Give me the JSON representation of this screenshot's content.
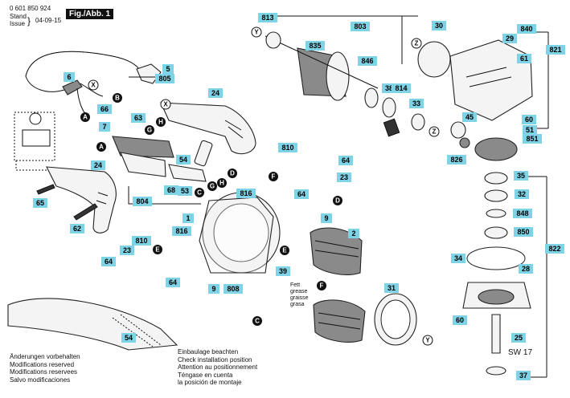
{
  "header": {
    "part_number": "0 601 850 924",
    "stand_label": "Stand",
    "issue_label": "Issue",
    "date": "04-09-15",
    "figure": "Fig./Abb. 1"
  },
  "notes_left": [
    "Änderungen vorbehalten",
    "Modifications reserved",
    "Modifications reservees",
    "Salvo modificaciones"
  ],
  "notes_right": [
    "Einbaulage beachten",
    "Check installation position",
    "Attention au positionnement",
    "Téngase en cuenta",
    "la posición de montaje"
  ],
  "grease_note": [
    "Fett",
    "grease",
    "graisse",
    "grasa"
  ],
  "sw_label": "SW 17",
  "colors": {
    "label_bg": "#7fd3e6",
    "ink": "#111111"
  },
  "labels": [
    {
      "id": "5",
      "text": "5"
    },
    {
      "id": "805",
      "text": "805"
    },
    {
      "id": "6",
      "text": "6"
    },
    {
      "id": "66",
      "text": "66"
    },
    {
      "id": "63",
      "text": "63"
    },
    {
      "id": "7",
      "text": "7"
    },
    {
      "id": "24a",
      "text": "24"
    },
    {
      "id": "24b",
      "text": "24"
    },
    {
      "id": "54",
      "text": "54"
    },
    {
      "id": "68",
      "text": "68"
    },
    {
      "id": "53",
      "text": "53"
    },
    {
      "id": "804",
      "text": "804"
    },
    {
      "id": "65",
      "text": "65"
    },
    {
      "id": "62",
      "text": "62"
    },
    {
      "id": "810a",
      "text": "810"
    },
    {
      "id": "810b",
      "text": "810"
    },
    {
      "id": "64a",
      "text": "64"
    },
    {
      "id": "64b",
      "text": "64"
    },
    {
      "id": "64c",
      "text": "64"
    },
    {
      "id": "64d",
      "text": "64"
    },
    {
      "id": "23a",
      "text": "23"
    },
    {
      "id": "23b",
      "text": "23"
    },
    {
      "id": "816a",
      "text": "816"
    },
    {
      "id": "816b",
      "text": "816"
    },
    {
      "id": "1",
      "text": "1"
    },
    {
      "id": "9a",
      "text": "9"
    },
    {
      "id": "9b",
      "text": "9"
    },
    {
      "id": "2",
      "text": "2"
    },
    {
      "id": "39",
      "text": "39"
    },
    {
      "id": "808",
      "text": "808"
    },
    {
      "id": "31",
      "text": "31"
    },
    {
      "id": "813",
      "text": "813"
    },
    {
      "id": "835",
      "text": "835"
    },
    {
      "id": "803",
      "text": "803"
    },
    {
      "id": "846",
      "text": "846"
    },
    {
      "id": "38",
      "text": "38"
    },
    {
      "id": "814",
      "text": "814"
    },
    {
      "id": "33",
      "text": "33"
    },
    {
      "id": "30",
      "text": "30"
    },
    {
      "id": "840",
      "text": "840"
    },
    {
      "id": "29",
      "text": "29"
    },
    {
      "id": "821",
      "text": "821"
    },
    {
      "id": "61",
      "text": "61"
    },
    {
      "id": "60a",
      "text": "60"
    },
    {
      "id": "45",
      "text": "45"
    },
    {
      "id": "51",
      "text": "51"
    },
    {
      "id": "851",
      "text": "851"
    },
    {
      "id": "826",
      "text": "826"
    },
    {
      "id": "35",
      "text": "35"
    },
    {
      "id": "32",
      "text": "32"
    },
    {
      "id": "848",
      "text": "848"
    },
    {
      "id": "850",
      "text": "850"
    },
    {
      "id": "822",
      "text": "822"
    },
    {
      "id": "34",
      "text": "34"
    },
    {
      "id": "28",
      "text": "28"
    },
    {
      "id": "60b",
      "text": "60"
    },
    {
      "id": "25",
      "text": "25"
    },
    {
      "id": "37",
      "text": "37"
    },
    {
      "id": "54b",
      "text": "54"
    }
  ],
  "letters": [
    "A",
    "B",
    "C",
    "D",
    "E",
    "F",
    "G",
    "H",
    "X",
    "Y",
    "Z"
  ]
}
